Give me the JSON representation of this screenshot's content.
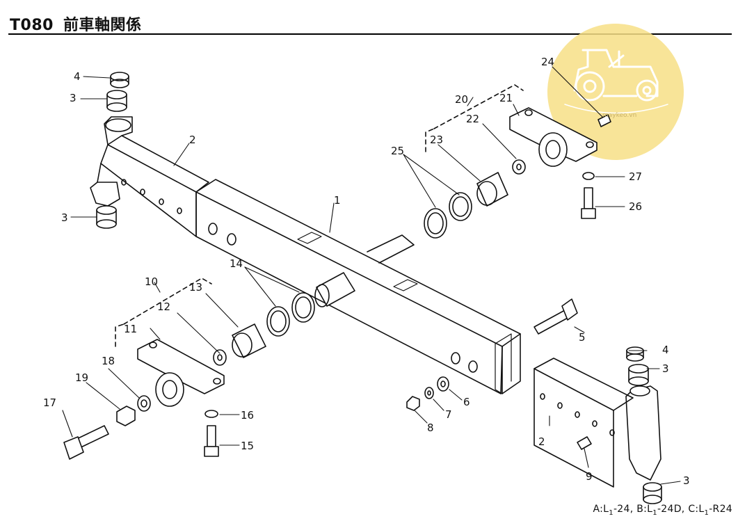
{
  "header": {
    "code": "T080",
    "title": "前車軸関係"
  },
  "watermark": {
    "text": "maykeo.vn",
    "color": "#f6dc7e"
  },
  "footer": {
    "a_prefix": "A:L",
    "a_sub": "1",
    "a_suffix": "-24,",
    "b_prefix": "B:L",
    "b_sub": "1",
    "b_suffix": "-24D,",
    "c_prefix": "C:L",
    "c_sub": "1",
    "c_suffix": "-R24"
  },
  "labels": {
    "n1": "1",
    "n2a": "2",
    "n2b": "2",
    "n3a": "3",
    "n3b": "3",
    "n3c": "3",
    "n3d": "3",
    "n4a": "4",
    "n4b": "4",
    "n5": "5",
    "n6": "6",
    "n7": "7",
    "n8": "8",
    "n9": "9",
    "n10": "10",
    "n11": "11",
    "n12": "12",
    "n13": "13",
    "n14": "14",
    "n15": "15",
    "n16": "16",
    "n17": "17",
    "n18": "18",
    "n19": "19",
    "n20": "20",
    "n21": "21",
    "n22": "22",
    "n23": "23",
    "n24": "24",
    "n25": "25",
    "n26": "26",
    "n27": "27"
  }
}
